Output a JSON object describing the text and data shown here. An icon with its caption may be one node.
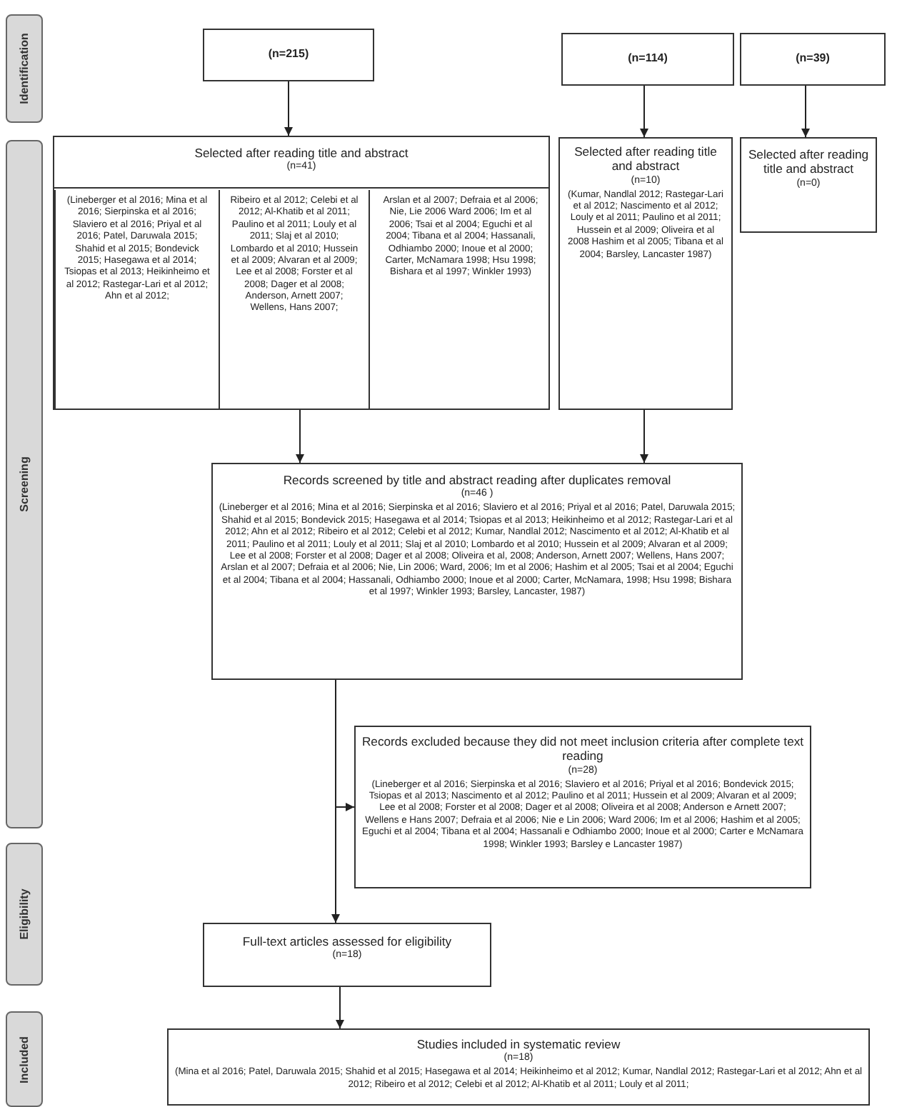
{
  "diagram": {
    "nodes": [
      {
        "text": [
          "Identification"
        ]
      },
      {
        "text": [
          "Screening"
        ]
      },
      {
        "text": [
          "Eligibility"
        ]
      },
      {
        "text": [
          "Included"
        ]
      },
      {
        "text": [
          "(n=215)"
        ]
      },
      {
        "text": [
          "(n=114)"
        ]
      },
      {
        "text": [
          "(n=39)"
        ]
      },
      {
        "text": [
          "Selected after reading title and abstract",
          "(n=41)",
          "(Lineberger et al 2016; Mina et al 2016; Sierpinska et al 2016; Slaviero et al 2016; Priyal et al 2016; Patel, Daruwala 2015; Shahid et al 2015; Bondevick 2015; Hasegawa et al 2014; Tsiopas et al 2013; Heikinheimo et al 2012; Rastegar-Lari et al 2012; Ahn et al 2012;",
          "Ribeiro et al 2012; Celebi et al 2012; Al-Khatib et al 2011; Paulino et al 2011; Louly et al 2011; Slaj et al 2010; Lombardo et al 2010; Hussein et al 2009; Alvaran et al 2009; Lee et al 2008; Forster et al 2008; Dager et al 2008; Anderson, Arnett 2007; Wellens, Hans 2007;",
          "Arslan et al 2007; Defraia et al 2006; Nie, Lie 2006 Ward 2006; Im et al 2006; Tsai et al 2004; Eguchi et al 2004; Tibana et al 2004; Hassanali, Odhiambo 2000; Inoue et al 2000; Carter, McNamara 1998; Hsu 1998; Bishara et al 1997; Winkler 1993)"
        ]
      },
      {
        "text": [
          "Selected after reading title and abstract",
          "(n=10)",
          "(Kumar, Nandlal 2012; Rastegar-Lari et al 2012; Nascimento et al 2012; Louly et al 2011; Paulino et al 2011; Hussein et al 2009; Oliveira et al 2008 Hashim et al 2005; Tibana et al 2004; Barsley, Lancaster 1987)"
        ]
      },
      {
        "text": [
          "Selected after reading title and abstract",
          "(n=0)"
        ]
      },
      {
        "text": [
          "Records screened by title and abstract reading after duplicates removal",
          "(n=46 )",
          "(Lineberger et al 2016; Mina et al 2016; Sierpinska et al 2016; Slaviero et al 2016; Priyal et al 2016; Patel, Daruwala 2015; Shahid et al 2015; Bondevick 2015; Hasegawa et al 2014; Tsiopas et al 2013; Heikinheimo et al 2012; Rastegar-Lari et al 2012; Ahn et al 2012; Ribeiro et al 2012; Celebi et al 2012; Kumar, Nandlal 2012; Nascimento et al 2012; Al-Khatib et al 2011; Paulino et al 2011; Louly et al 2011; Slaj et al 2010; Lombardo et al 2010; Hussein et al 2009; Alvaran et al 2009; Lee et al 2008; Forster et al 2008; Dager et al 2008; Oliveira et al, 2008; Anderson, Arnett 2007; Wellens, Hans 2007; Arslan et al 2007; Defraia et al 2006; Nie, Lin 2006; Ward, 2006; Im et al 2006; Hashim et al 2005; Tsai et al 2004; Eguchi et al 2004; Tibana et al 2004; Hassanali, Odhiambo 2000; Inoue et al 2000; Carter, McNamara, 1998; Hsu 1998; Bishara et al 1997; Winkler 1993; Barsley, Lancaster, 1987)"
        ]
      },
      {
        "text": [
          "Records excluded because they did not meet inclusion criteria after complete text reading",
          "(n=28)",
          "(Lineberger et al 2016; Sierpinska et al 2016; Slaviero et al 2016; Priyal et al 2016; Bondevick 2015; Tsiopas et al 2013; Nascimento et al 2012; Paulino et al 2011; Hussein et al 2009; Alvaran et al 2009; Lee et al 2008; Forster et al 2008; Dager et al 2008; Oliveira et al 2008; Anderson e Arnett 2007; Wellens e Hans 2007; Defraia et al 2006; Nie e Lin 2006; Ward 2006; Im et al 2006; Hashim et al 2005; Eguchi et al 2004; Tibana et al 2004; Hassanali e Odhiambo 2000; Inoue et al 2000; Carter e McNamara 1998; Winkler 1993; Barsley e Lancaster 1987)"
        ]
      },
      {
        "text": [
          "Full-text articles assessed for eligibility",
          "(n=18)"
        ]
      },
      {
        "text": [
          "Studies included in systematic review",
          "(n=18)",
          "(Mina et al 2016; Patel, Daruwala 2015; Shahid et al 2015; Hasegawa et al 2014; Heikinheimo et al 2012; Kumar, Nandlal 2012; Rastegar-Lari et al 2012; Ahn et al 2012; Ribeiro et al 2012; Celebi et al 2012; Al-Khatib et al 2011; Louly et al 2011;"
        ]
      }
    ],
    "edges": [
      {
        "from": 4,
        "to": 7,
        "arrow": "to"
      },
      {
        "from": 5,
        "to": 8,
        "arrow": "to"
      },
      {
        "from": 6,
        "to": 9,
        "arrow": "to"
      },
      {
        "from": 7,
        "to": 10,
        "arrow": "to"
      },
      {
        "from": 8,
        "to": 10,
        "arrow": "to"
      },
      {
        "from": 10,
        "to": 11,
        "arrow": "to"
      },
      {
        "from": 10,
        "to": 12,
        "arrow": "to"
      },
      {
        "from": 12,
        "to": 13,
        "arrow": "to"
      }
    ]
  }
}
